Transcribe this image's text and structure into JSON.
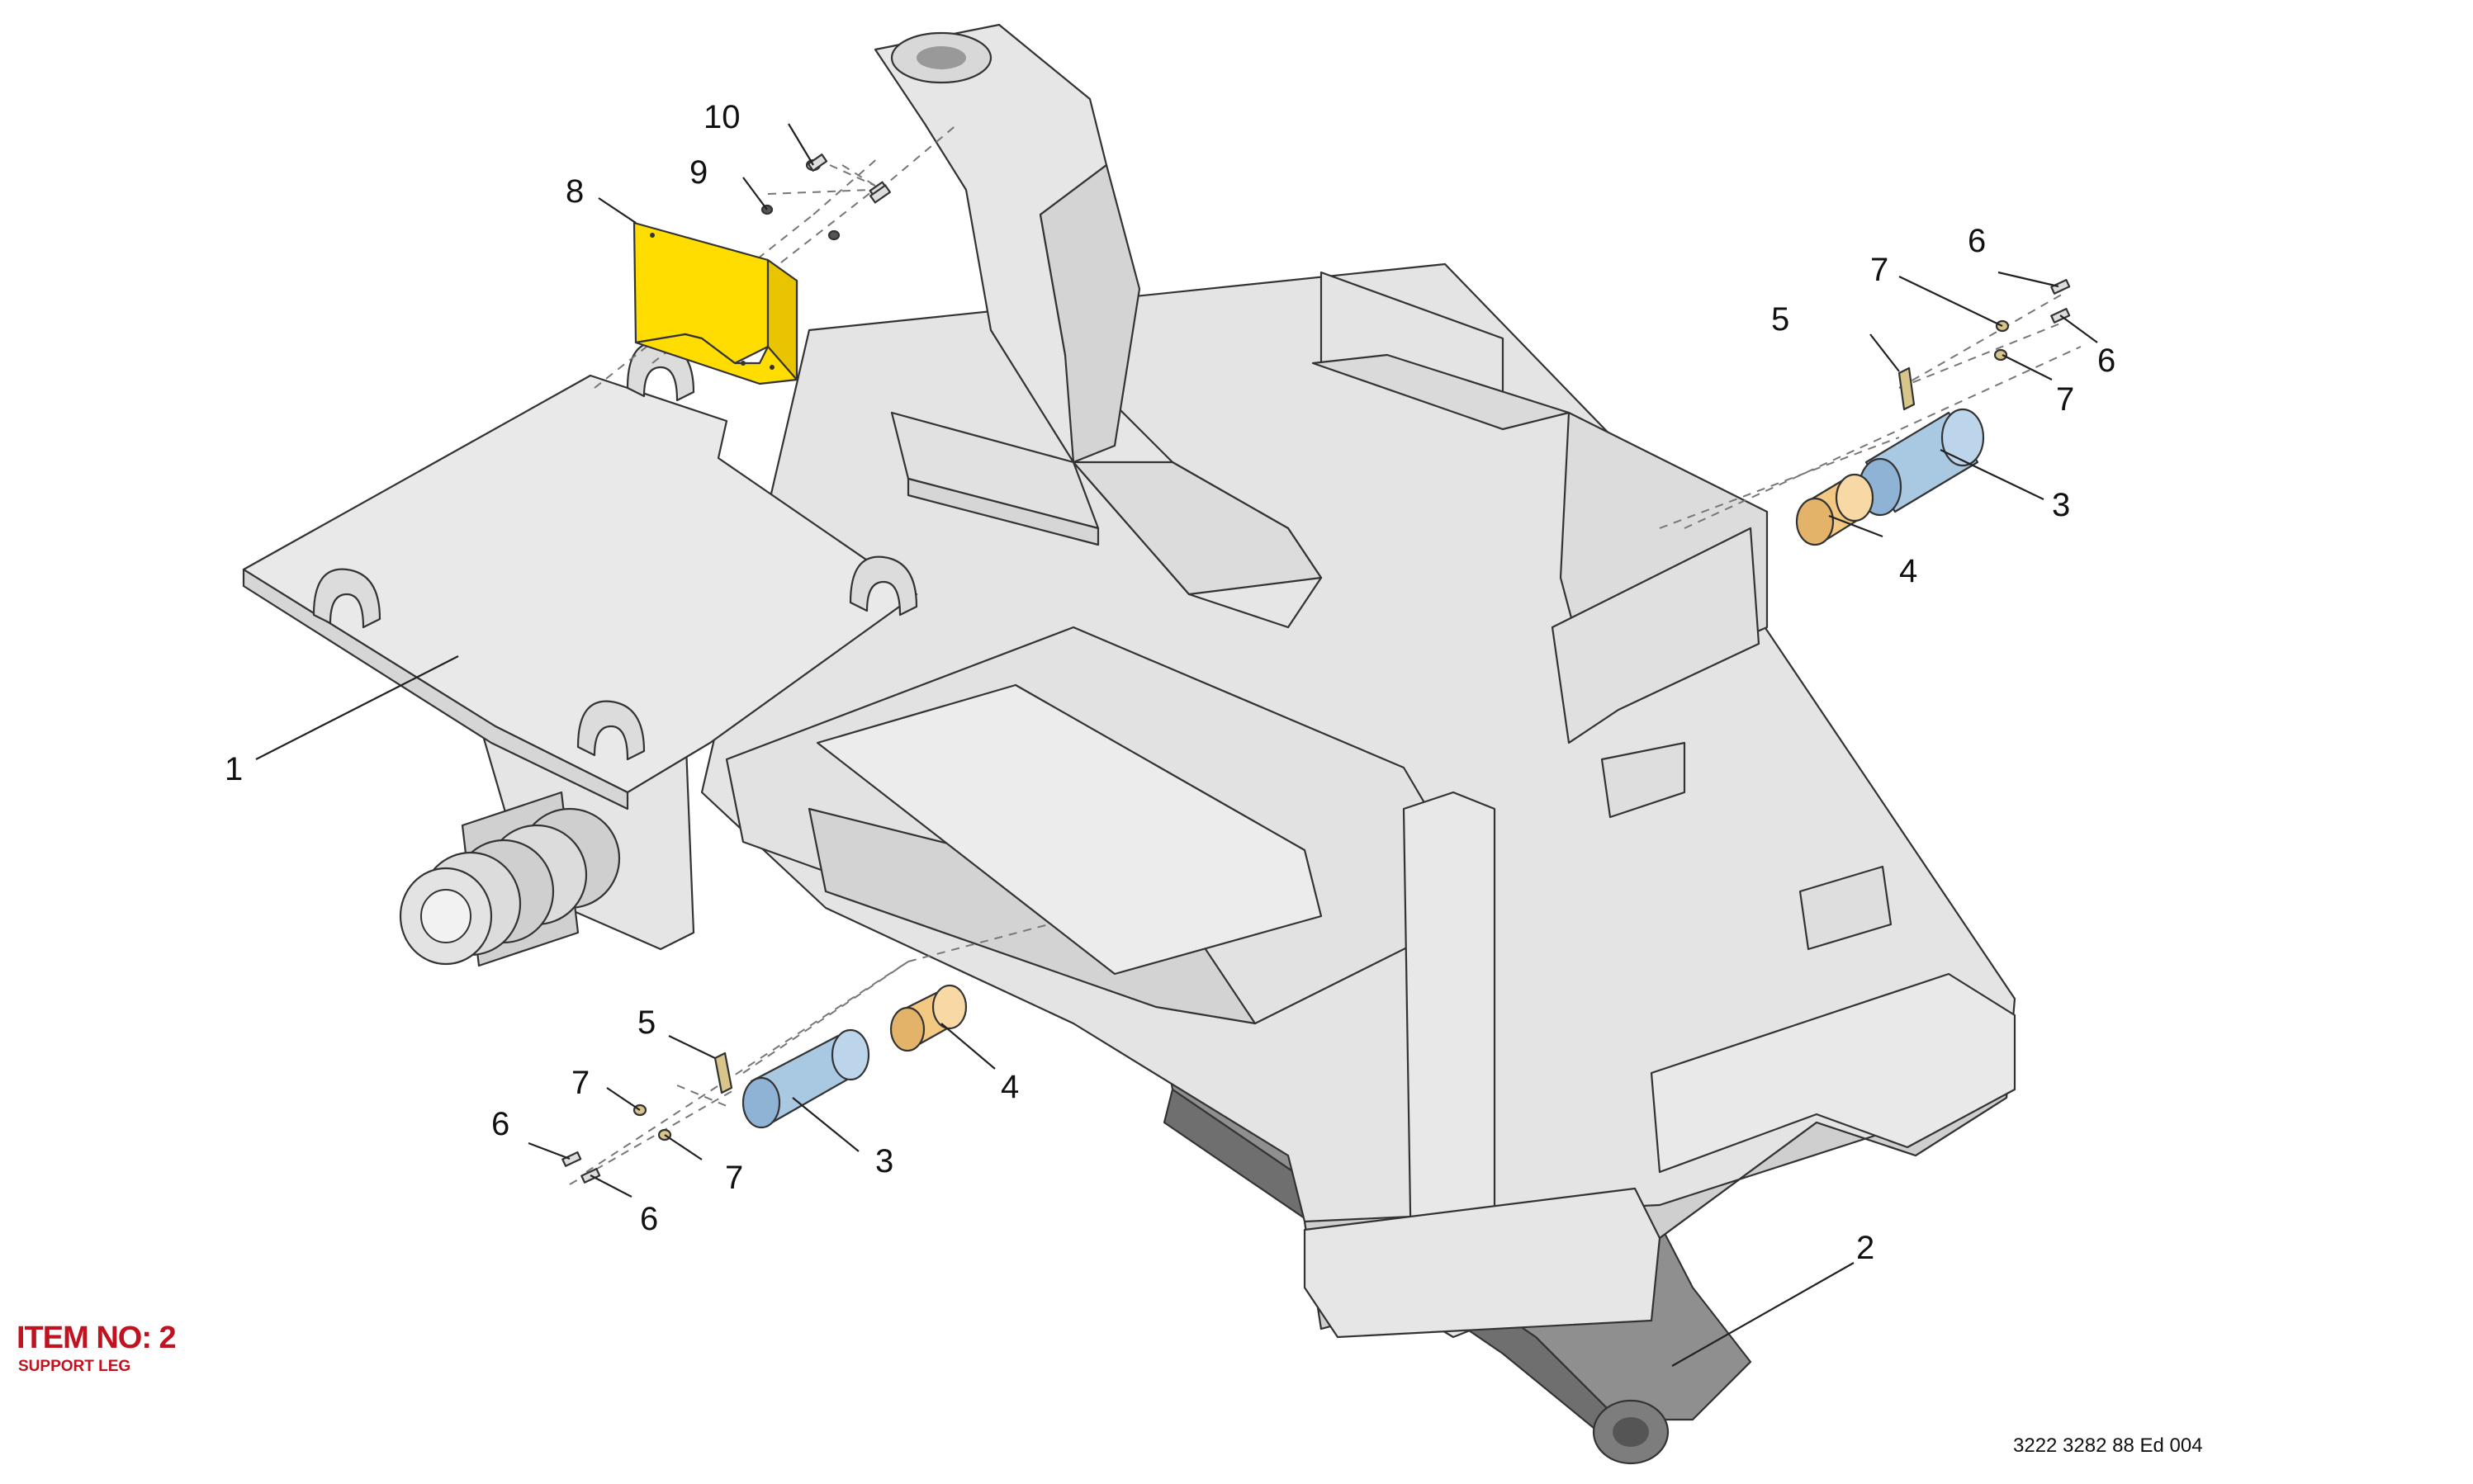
{
  "item": {
    "title": "ITEM NO: 2",
    "subtitle": "SUPPORT LEG"
  },
  "document_id": "3222 3282 88 Ed 004",
  "callouts": {
    "c1": "1",
    "c2": "2",
    "c3a": "3",
    "c3b": "3",
    "c4a": "4",
    "c4b": "4",
    "c5a": "5",
    "c5b": "5",
    "c6a": "6",
    "c6b": "6",
    "c6c": "6",
    "c6d": "6",
    "c7a": "7",
    "c7b": "7",
    "c7c": "7",
    "c7d": "7",
    "c8": "8",
    "c9": "9",
    "c10": "10"
  },
  "colors": {
    "frame_fill": "#e4e4e4",
    "frame_shadow": "#cfcfcf",
    "leg_fill": "#8f8f8f",
    "leg_dark": "#6f6f6f",
    "cover_highlight": "#ffdd00",
    "bushing": "#f3c883",
    "pin": "#a9c8e2",
    "shim": "#d8c58a",
    "title_red": "#c1121f"
  }
}
